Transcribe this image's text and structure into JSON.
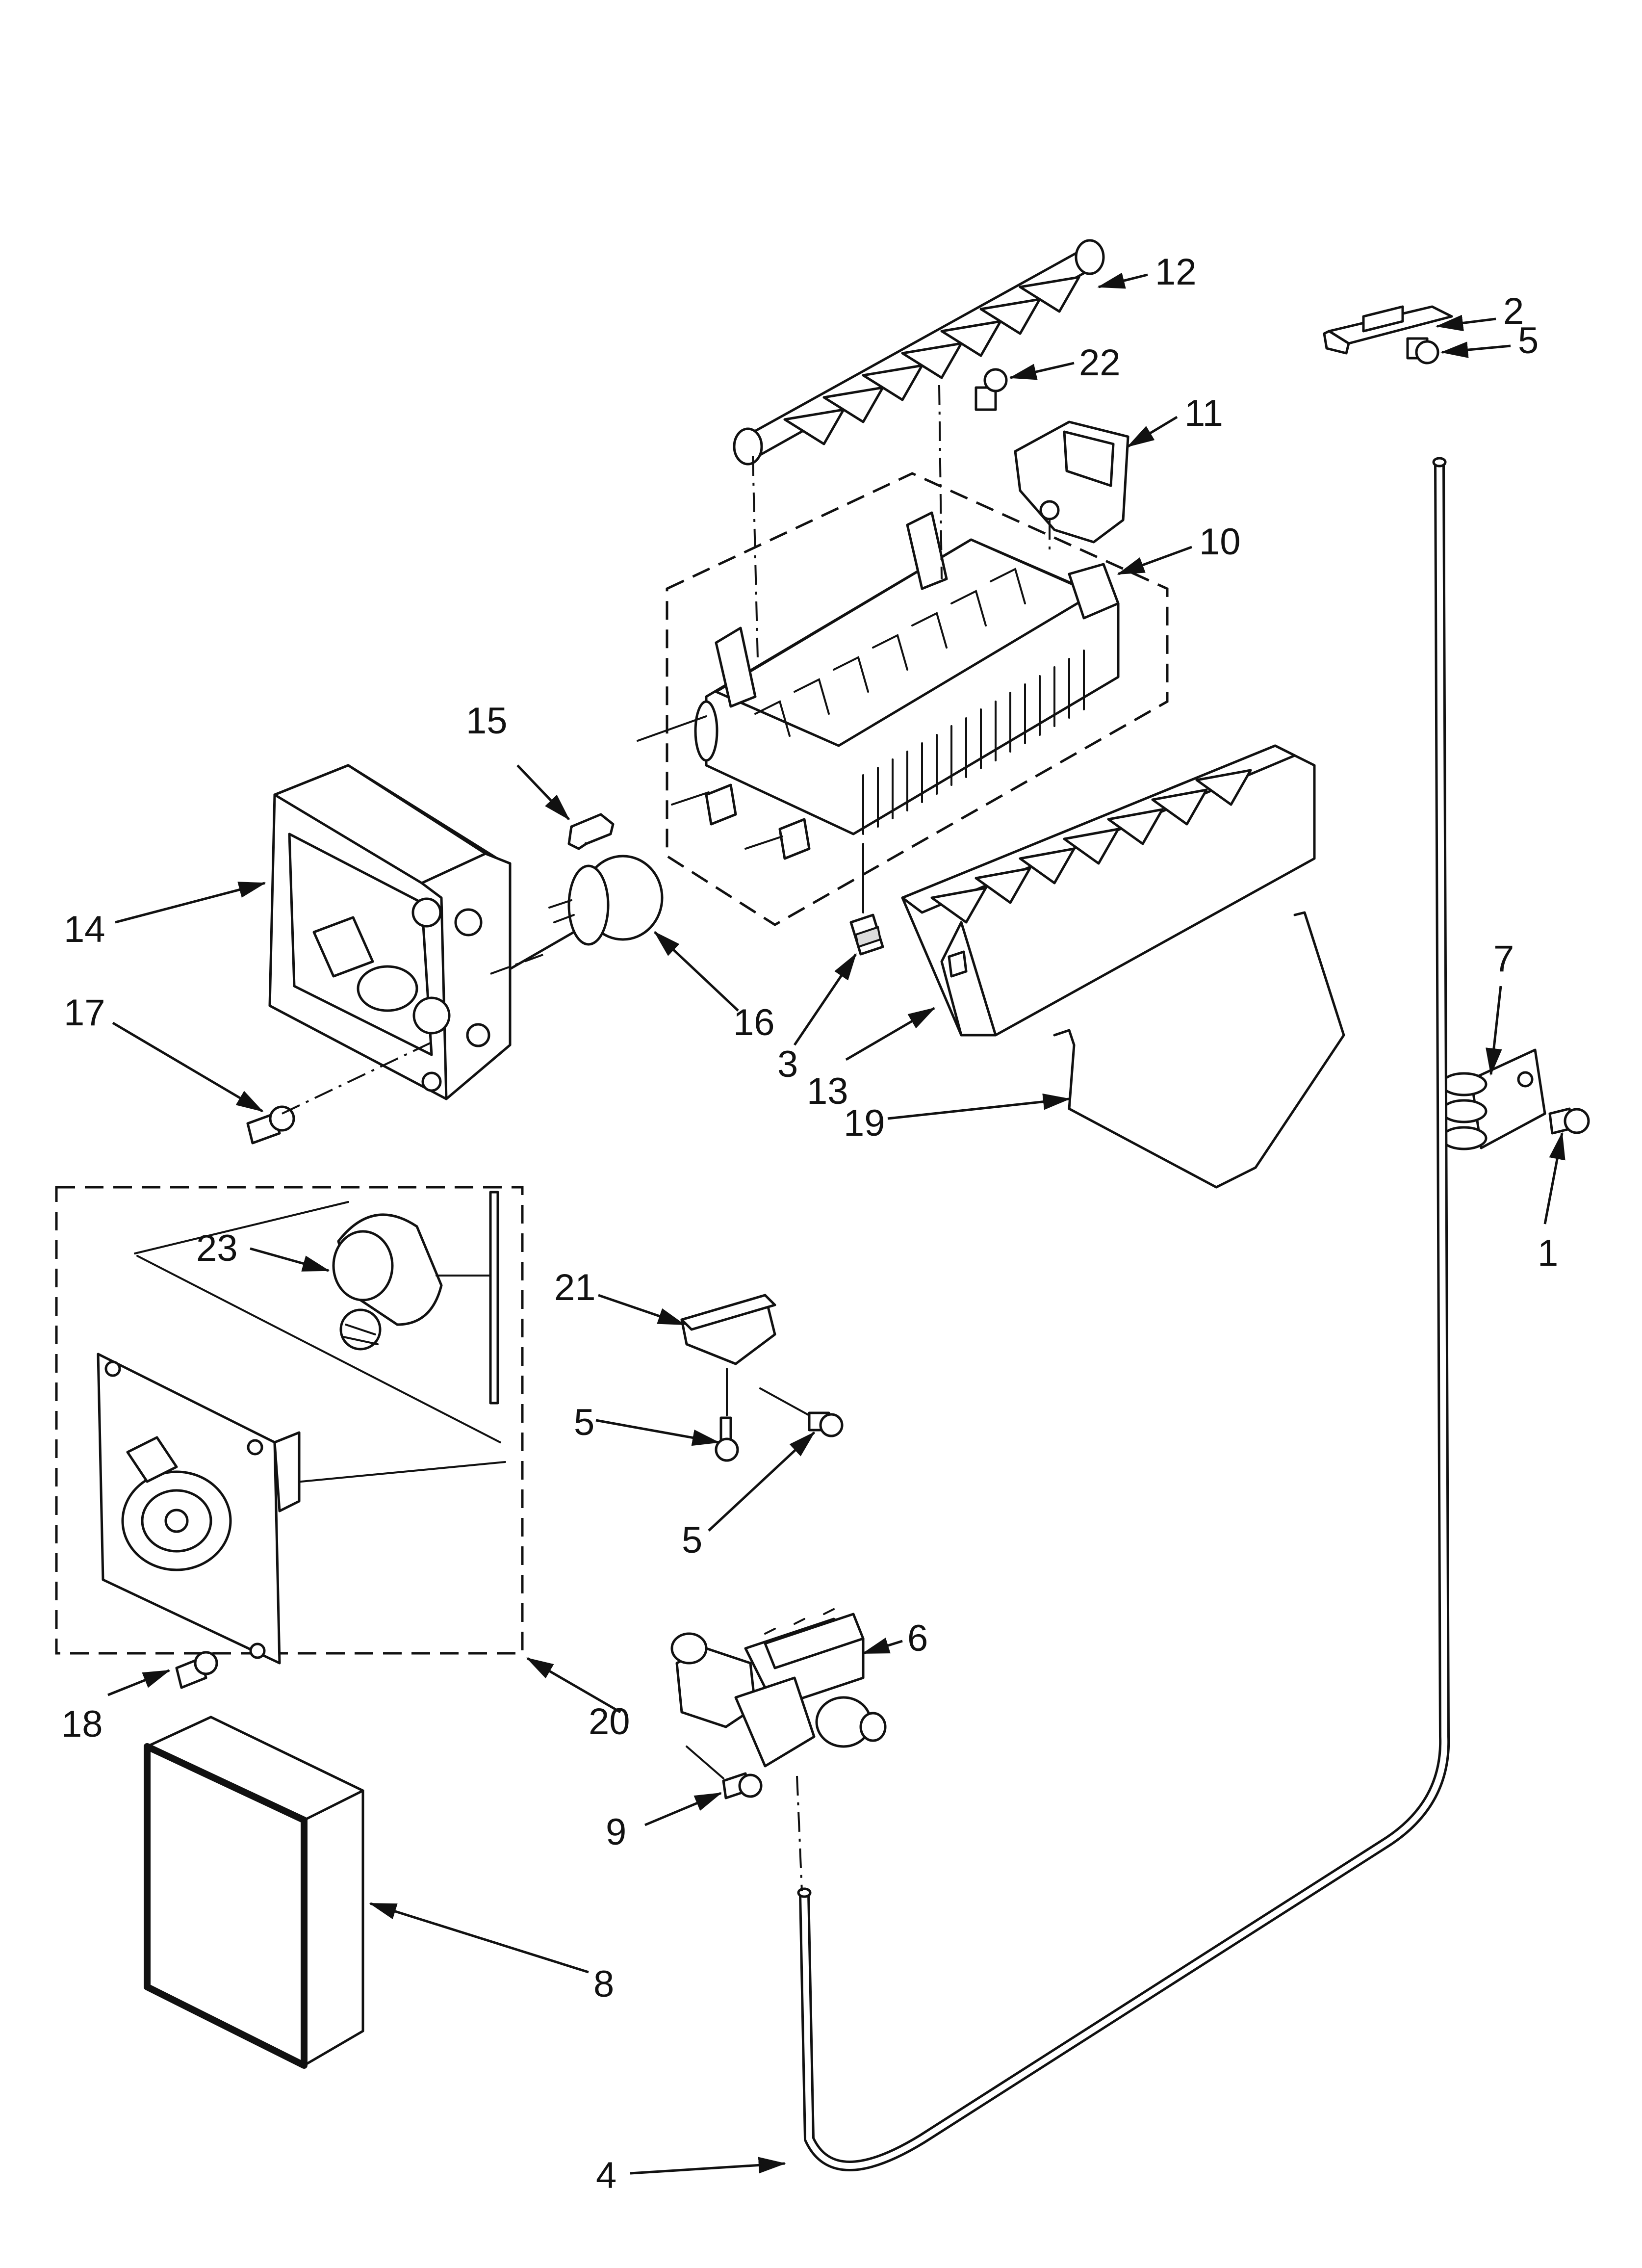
{
  "callouts": [
    "1",
    "2",
    "3",
    "4",
    "5",
    "5",
    "5",
    "6",
    "7",
    "8",
    "9",
    "10",
    "11",
    "12",
    "13",
    "14",
    "15",
    "16",
    "17",
    "18",
    "19",
    "20",
    "21",
    "22",
    "23"
  ],
  "ink_color": "#111111",
  "background_color": "#ffffff"
}
